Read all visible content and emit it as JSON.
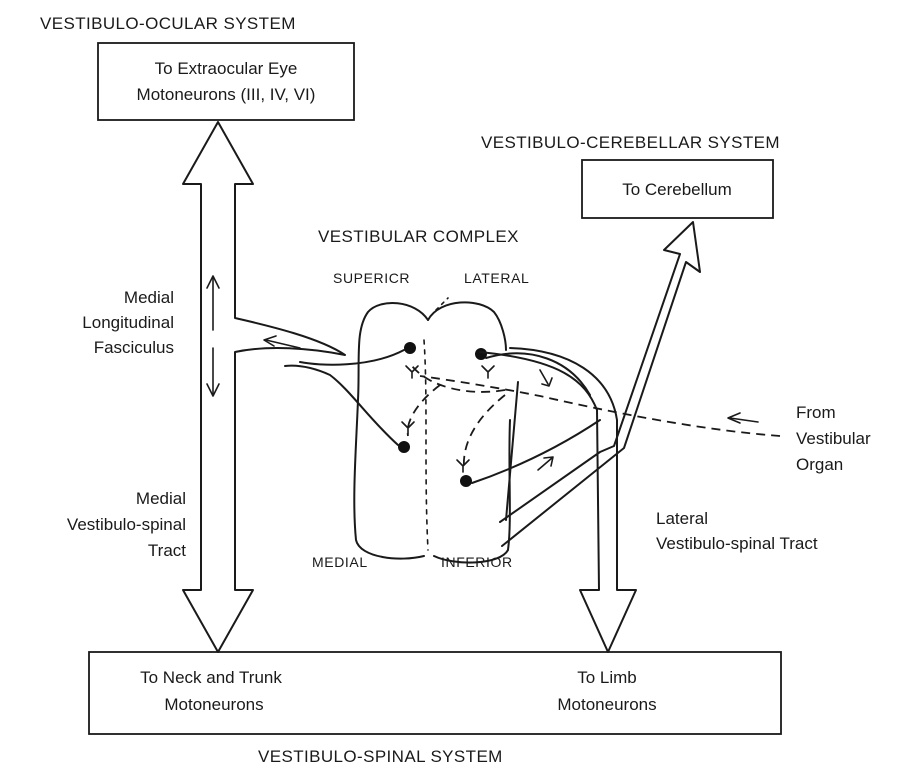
{
  "systems": {
    "ocular": "VESTIBULO-OCULAR SYSTEM",
    "cerebellar": "VESTIBULO-CEREBELLAR SYSTEM",
    "spinal": "VESTIBULO-SPINAL SYSTEM"
  },
  "boxes": {
    "eye_line1": "To Extraocular Eye",
    "eye_line2": "Motoneurons (III, IV, VI)",
    "cerebellum": "To Cerebellum",
    "neck_line1": "To Neck and Trunk",
    "neck_line2": "Motoneurons",
    "limb_line1": "To Limb",
    "limb_line2": "Motoneurons"
  },
  "complex": {
    "title": "VESTIBULAR COMPLEX",
    "superior": "SUPERICR",
    "lateral": "LATERAL",
    "medial": "MEDIAL",
    "inferior": "INFERIOR"
  },
  "tracts": {
    "mlf_1": "Medial",
    "mlf_2": "Longitudinal",
    "mlf_3": "Fasciculus",
    "mvst_1": "Medial",
    "mvst_2": "Vestibulo-spinal",
    "mvst_3": "Tract",
    "lvst_1": "Lateral",
    "lvst_2": "Vestibulo-spinal Tract"
  },
  "input": {
    "line1": "From",
    "line2": "Vestibular",
    "line3": "Organ"
  }
}
